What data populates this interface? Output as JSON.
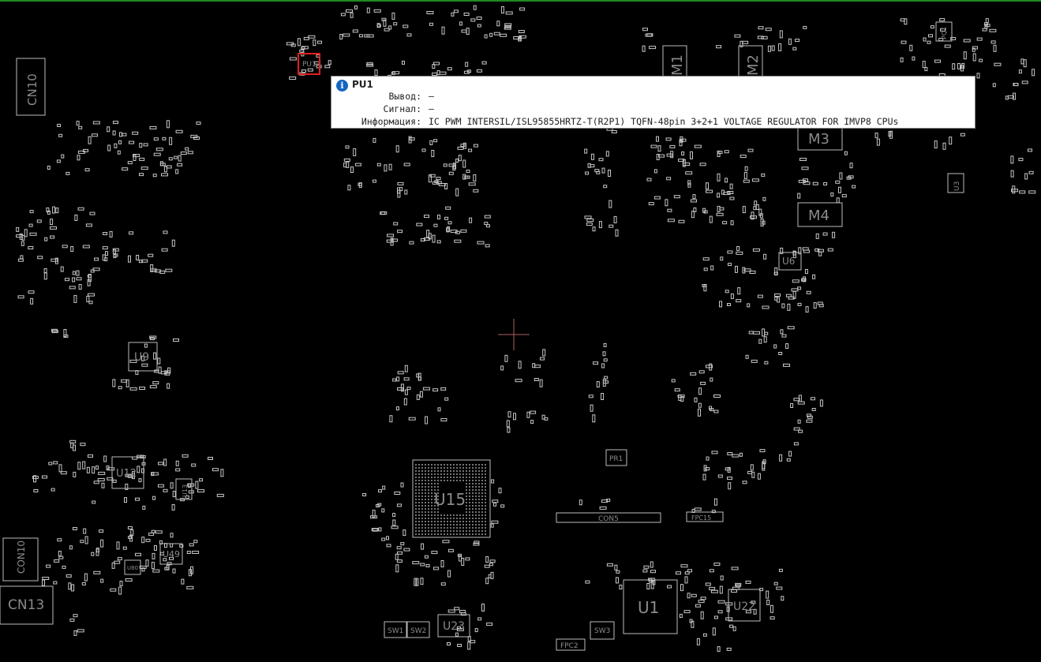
{
  "board": {
    "labels": {
      "cn10_top": "CN10",
      "cn10_bottom": "CON10",
      "cn13": "CN13",
      "pu1": "PU1",
      "pq1": "PQ1",
      "m1": "M1",
      "m2": "M2",
      "m3": "M3",
      "m4": "M4",
      "u3": "U3",
      "u6": "U6",
      "u9": "U9",
      "u12": "U12",
      "u13": "U13",
      "u15": "U15",
      "u1": "U1",
      "u22": "U22",
      "u23": "U23",
      "u49": "U49",
      "u80": "U80",
      "con5": "CON5",
      "fpc15": "FPC15",
      "fpc2": "FPC2",
      "sw1": "SW1",
      "sw2": "SW2",
      "sw3": "SW3",
      "pr1": "PR1"
    },
    "colors": {
      "background": "#000000",
      "silkscreen": "#8a8a8a",
      "pad": "#c8c8c8",
      "highlight": "#e02020",
      "cursor": "#b06060",
      "top_border": "#1f8a1f"
    }
  },
  "tooltip": {
    "icon": "info-icon",
    "title": "PU1",
    "rows": [
      {
        "key": "Вывод:",
        "value": "—"
      },
      {
        "key": "Сигнал:",
        "value": "—"
      },
      {
        "key": "Информация:",
        "value": "IC PWM INTERSIL/ISL95855HRTZ-T(R2P1) TQFN-48pin 3+2+1 VOLTAGE REGULATOR FOR IMVP8 CPUs"
      }
    ]
  }
}
